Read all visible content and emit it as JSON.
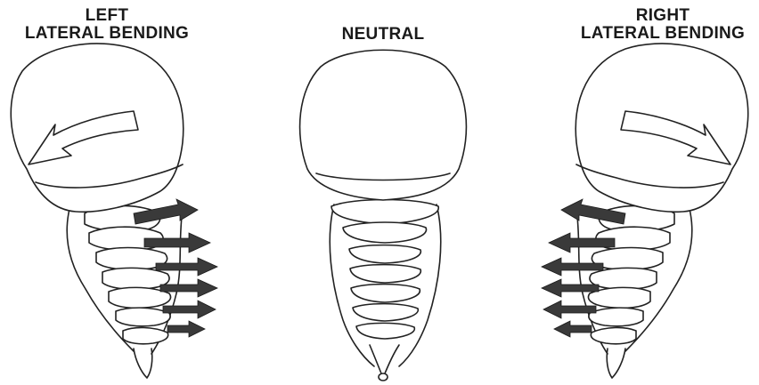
{
  "panels": [
    {
      "id": "left",
      "line1": "LEFT",
      "line2": "LATERAL BENDING"
    },
    {
      "id": "neutral",
      "line1": "",
      "line2": "NEUTRAL"
    },
    {
      "id": "right",
      "line1": "RIGHT",
      "line2": "LATERAL BENDING"
    }
  ],
  "colors": {
    "ink": "#222222",
    "arrow": "#3a3a3a",
    "background": "#ffffff"
  },
  "icons": {
    "rotation_arrow": "curved-open-arrow",
    "force_arrow": "filled-arrow"
  }
}
